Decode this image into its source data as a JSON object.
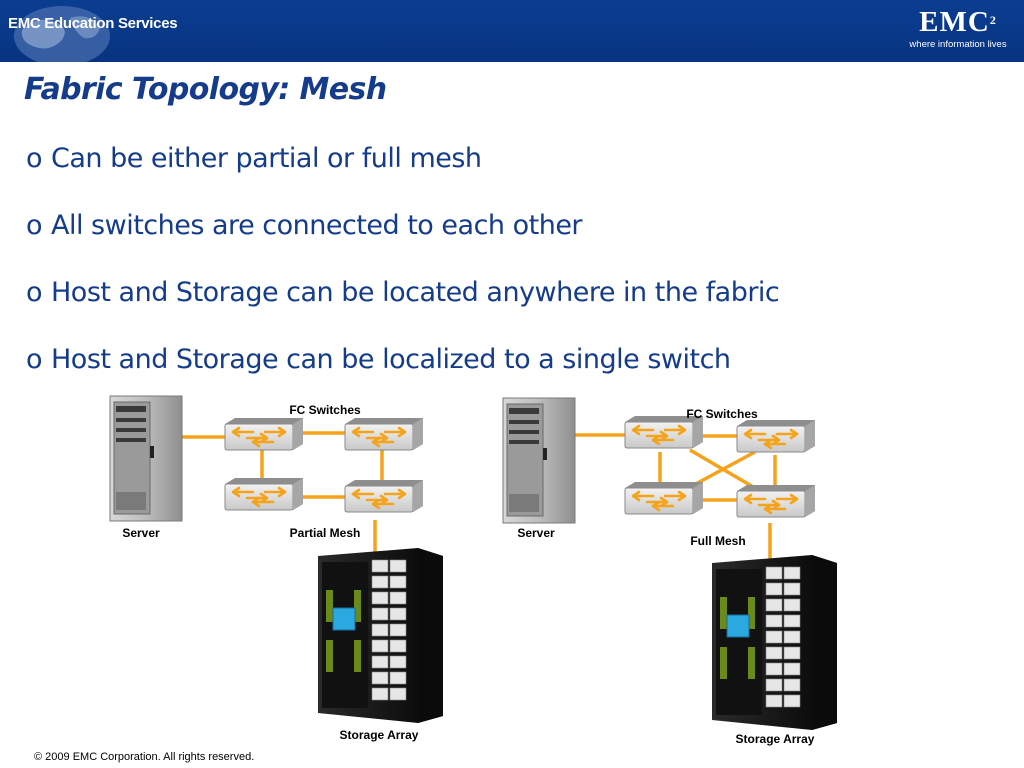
{
  "header": {
    "left_logo_text": "EMC Education Services",
    "brand_logo": "EMC",
    "brand_superscript": "2",
    "brand_tagline": "where information lives"
  },
  "slide": {
    "title": "Fabric Topology: Mesh",
    "bullet_marker": "o",
    "bullets": [
      "Can be either partial or full mesh",
      "All switches are connected to each other",
      "Host and Storage can be located anywhere in the fabric",
      "Host and Storage can be localized to a single switch"
    ]
  },
  "diagram_left": {
    "switches_label": "FC Switches",
    "server_label": "Server",
    "mesh_label": "Partial Mesh",
    "storage_label": "Storage Array"
  },
  "diagram_right": {
    "switches_label": "FC Switches",
    "server_label": "Server",
    "mesh_label": "Full Mesh",
    "storage_label": "Storage Array"
  },
  "footer": {
    "copyright": "© 2009 EMC Corporation. All rights reserved."
  },
  "colors": {
    "header_bg": "#0a3d91",
    "title_text": "#153c8a",
    "link_orange": "#f5a31a"
  }
}
